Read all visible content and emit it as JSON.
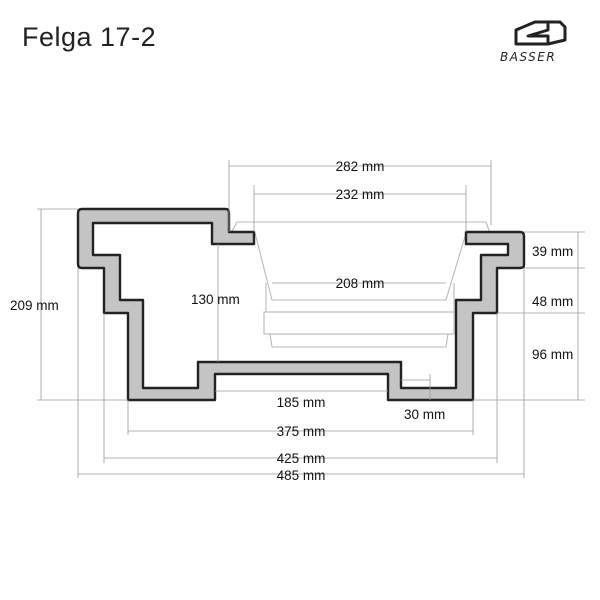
{
  "title": "Felga 17-2",
  "logo": {
    "name": "basser-logo-icon",
    "text": "BASSER"
  },
  "dimensions": {
    "d282": "282 mm",
    "d232": "232 mm",
    "d208": "208 mm",
    "d130": "130 mm",
    "d209": "209 mm",
    "d39": "39 mm",
    "d48": "48 mm",
    "d96": "96 mm",
    "d185": "185 mm",
    "d30": "30 mm",
    "d375": "375 mm",
    "d425": "425 mm",
    "d485": "485 mm"
  },
  "colors": {
    "profile_fill": "#c4c4c4",
    "profile_stroke": "#222222",
    "dimension_line": "#9a9a9a",
    "speaker_outline": "#b9b9b9"
  }
}
